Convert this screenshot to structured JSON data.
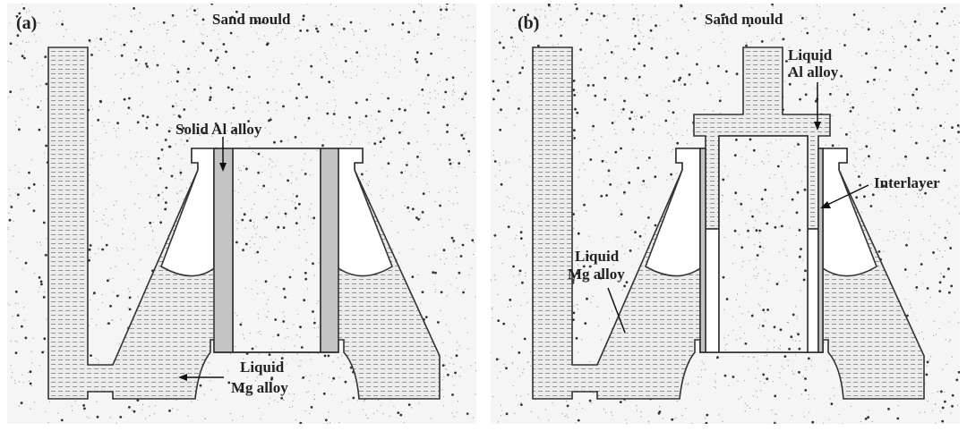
{
  "panel_a": {
    "tag": "(a)",
    "sand_mould": "Sand mould",
    "solid_al": "Solid Al alloy",
    "liquid_mg_line1": "Liquid",
    "liquid_mg_line2": "Mg alloy"
  },
  "panel_b": {
    "tag": "(b)",
    "sand_mould": "Sand mould",
    "liquid_al_line1": "Liquid",
    "liquid_al_line2": "Al alloy",
    "interlayer": "Interlayer",
    "liquid_mg_line1": "Liquid",
    "liquid_mg_line2": "Mg alloy"
  },
  "colors": {
    "sand": "#f4f4f4",
    "liquid": "#e8e8e8",
    "solid_al": "#c4c4c4",
    "outline": "#333333"
  }
}
